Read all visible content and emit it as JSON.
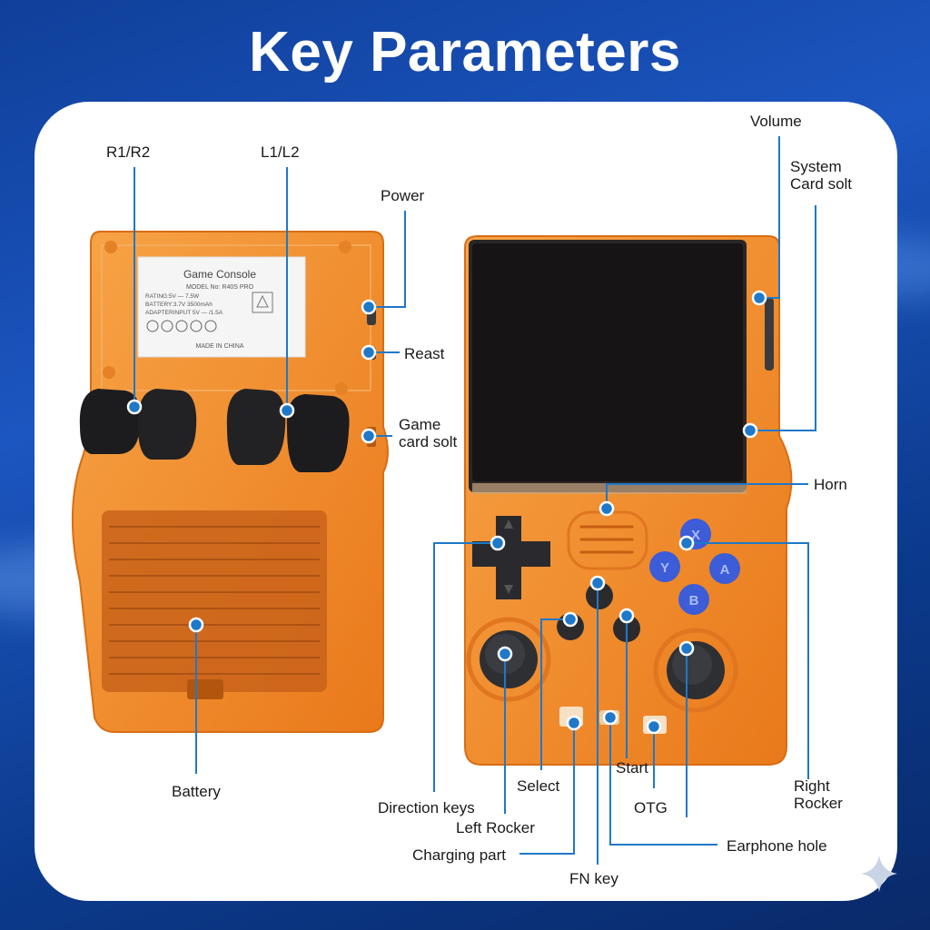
{
  "header": {
    "title": "Key Parameters"
  },
  "sticker": {
    "heading": "Game Console",
    "model": "MODEL No: R40S PRO",
    "rating": "RATING:5V — 7.5W",
    "battery": "BATTERY:3.7V 3500mAh",
    "input": "ADAPTERINPUT 5V — /1.5A",
    "made_in": "MADE IN CHINA"
  },
  "callouts": {
    "r1r2": "R1/R2",
    "l1l2": "L1/L2",
    "power": "Power",
    "reast": "Reast",
    "game_card": "Game\ncard solt",
    "battery": "Battery",
    "volume": "Volume",
    "system_card": "System\nCard solt",
    "horn": "Horn",
    "right_rocker": "Right\nRocker",
    "direction_keys": "Direction keys",
    "left_rocker": "Left Rocker",
    "select": "Select",
    "start": "Start",
    "otg": "OTG",
    "earphone": "Earphone hole",
    "charging": "Charging part",
    "fn_key": "FN key"
  },
  "buttons": {
    "x": "X",
    "y": "Y",
    "a": "A",
    "b": "B"
  },
  "colors": {
    "accent": "#1f78c8",
    "shell": "#f08a25",
    "panel": "#ffffff",
    "screen": "#161414"
  }
}
